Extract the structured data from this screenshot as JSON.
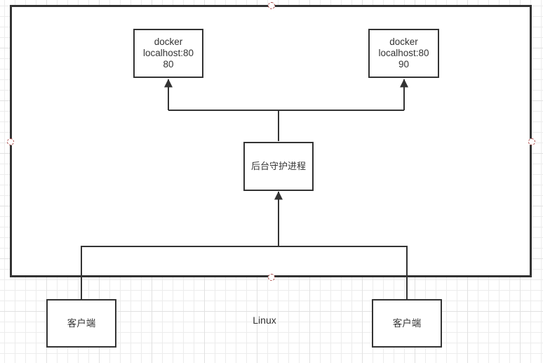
{
  "canvas": {
    "colors": {
      "stroke": "#333333",
      "node_fill": "#ffffff",
      "handle": "#a94442",
      "grid_minor": "#ececec",
      "grid_major": "#e1e1e1",
      "text": "#333333"
    }
  },
  "nodes": {
    "docker_left": {
      "lines": [
        "docker",
        "localhost:80",
        "80"
      ]
    },
    "docker_right": {
      "lines": [
        "docker",
        "localhost:80",
        "90"
      ]
    },
    "daemon": {
      "label": "后台守护进程"
    },
    "client_left": {
      "label": "客户端"
    },
    "client_right": {
      "label": "客户端"
    },
    "host_label": "Linux"
  },
  "edges": [
    {
      "from": "daemon",
      "to": "docker_left",
      "arrow": true
    },
    {
      "from": "daemon",
      "to": "docker_right",
      "arrow": true
    },
    {
      "from": "client_left",
      "to": "daemon",
      "arrow": true
    },
    {
      "from": "client_right",
      "to": "daemon",
      "arrow": true
    }
  ]
}
